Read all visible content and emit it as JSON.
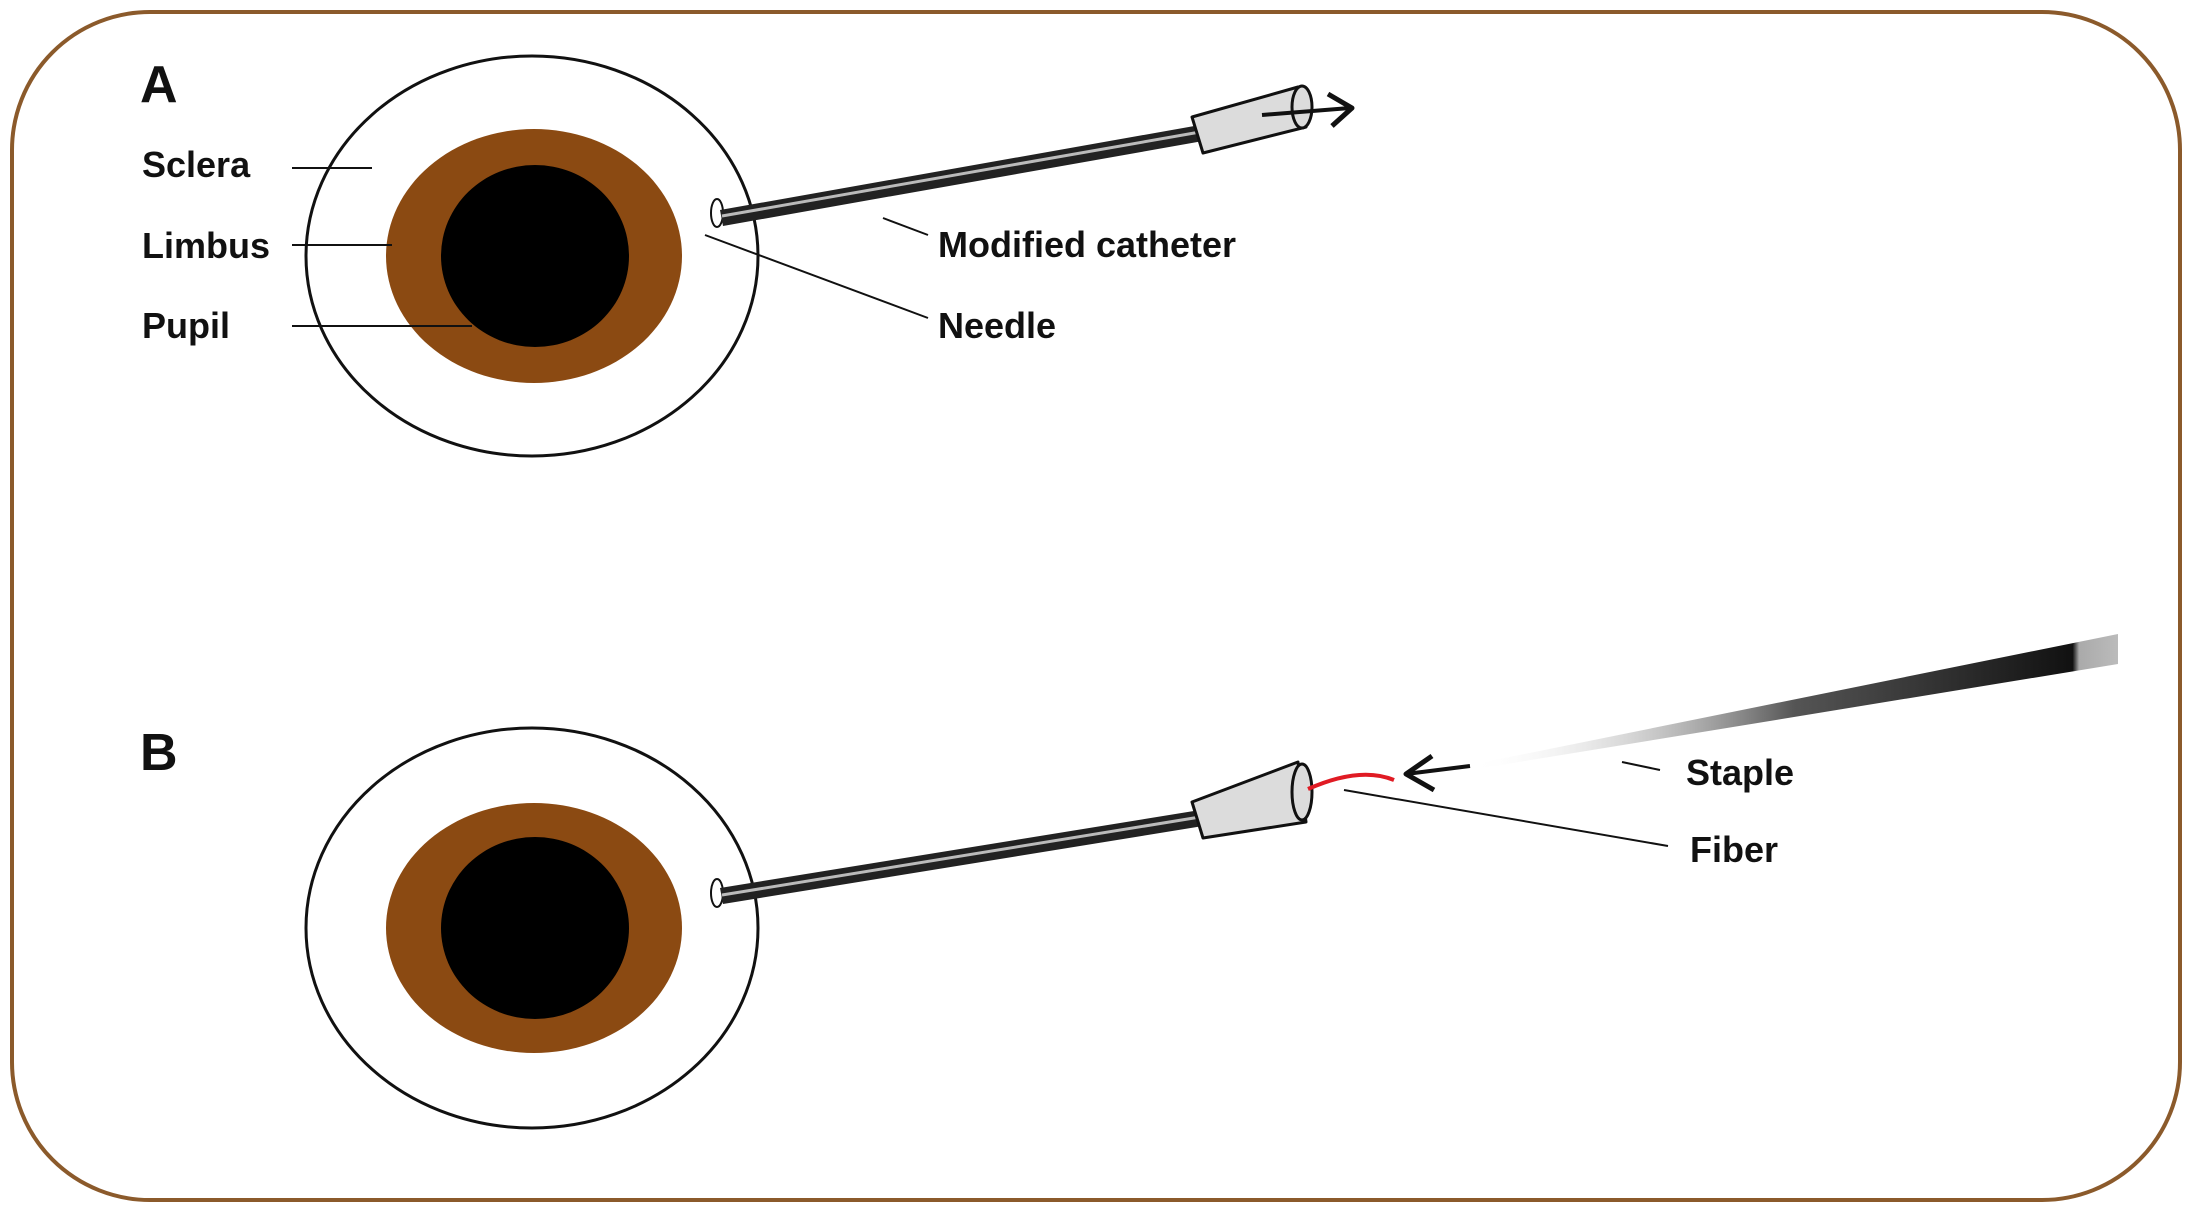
{
  "colors": {
    "frame": "#8b5a2b",
    "limbus": "#8b4a12",
    "pupil": "#000000",
    "sclera": "#ffffff",
    "fiber": "#e01b24",
    "hub": "#dcdcdc"
  },
  "panel_a": {
    "letter": "A",
    "labels": {
      "sclera": "Sclera",
      "limbus": "Limbus",
      "pupil": "Pupil",
      "catheter": "Modified catheter",
      "needle": "Needle"
    }
  },
  "panel_b": {
    "letter": "B",
    "labels": {
      "staple": "Staple",
      "fiber": "Fiber"
    }
  }
}
